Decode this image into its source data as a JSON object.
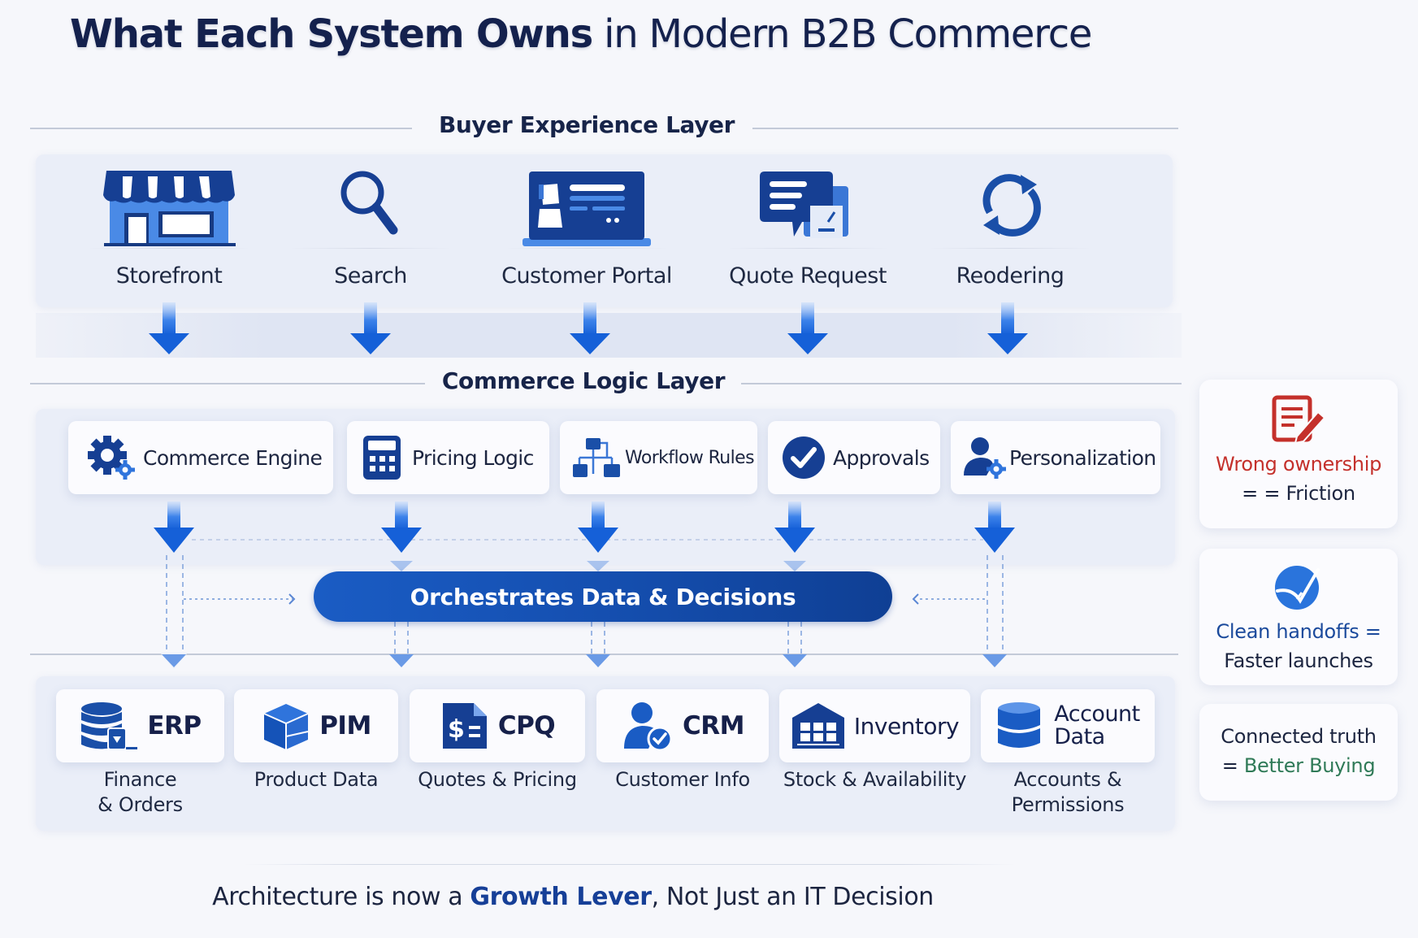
{
  "title": {
    "bold": "What Each System Owns",
    "regular": " in Modern B2B Commerce"
  },
  "buyer_layer": {
    "title": "Buyer Experience Layer",
    "items": [
      {
        "label": "Storefront",
        "icon": "storefront-icon"
      },
      {
        "label": "Search",
        "icon": "search-icon"
      },
      {
        "label": "Customer Portal",
        "icon": "customer-portal-icon"
      },
      {
        "label": "Quote Request",
        "icon": "quote-request-icon"
      },
      {
        "label": "Reodering",
        "icon": "reorder-icon"
      }
    ]
  },
  "logic_layer": {
    "title": "Commerce Logic Layer",
    "items": [
      {
        "label": "Commerce Engine",
        "icon": "gear-icon"
      },
      {
        "label": "Pricing Logic",
        "icon": "calculator-icon"
      },
      {
        "label": "Workflow Rules",
        "icon": "workflow-icon"
      },
      {
        "label": "Approvals",
        "icon": "check-circle-icon"
      },
      {
        "label": "Personalization",
        "icon": "user-gear-icon"
      }
    ],
    "orchestrator": "Orchestrates Data & Decisions"
  },
  "systems": [
    {
      "name": "ERP",
      "description": [
        "Finance",
        "& Orders"
      ],
      "icon": "database-lock-icon"
    },
    {
      "name": "PIM",
      "description": [
        "Product Data"
      ],
      "icon": "cube-icon"
    },
    {
      "name": "CPQ",
      "description": [
        "Quotes & Pricing"
      ],
      "icon": "dollar-document-icon"
    },
    {
      "name": "CRM",
      "description": [
        "Customer Info"
      ],
      "icon": "user-check-icon"
    },
    {
      "name": "Inventory",
      "description": [
        "Stock & Availability"
      ],
      "icon": "warehouse-icon"
    },
    {
      "name_lines": [
        "Account",
        "Data"
      ],
      "description": [
        "Accounts &",
        "Permissions"
      ],
      "icon": "database-icon"
    }
  ],
  "callouts": [
    {
      "line1": "Wrong ownership",
      "line2": "= Friction",
      "icon": "document-edit-icon",
      "color": "#c4302b"
    },
    {
      "line1": "Clean handoffs =",
      "line2": "Faster launches",
      "icon": "checkmark-badge-icon",
      "color": "#1b4a9c"
    },
    {
      "line1": "Connected truth",
      "line2_prefix": "= ",
      "line2": "Better Buying",
      "color": "#2f7a57"
    }
  ],
  "footer": {
    "prefix": "Architecture is now a ",
    "emphasis": "Growth Lever",
    "suffix": ", Not Just an IT Decision"
  },
  "colors": {
    "navy": "#14214d",
    "primary_blue": "#1a4fa8",
    "light_blue": "#3d7fe0",
    "accent_red": "#c4302b",
    "accent_green": "#2f7a57"
  }
}
